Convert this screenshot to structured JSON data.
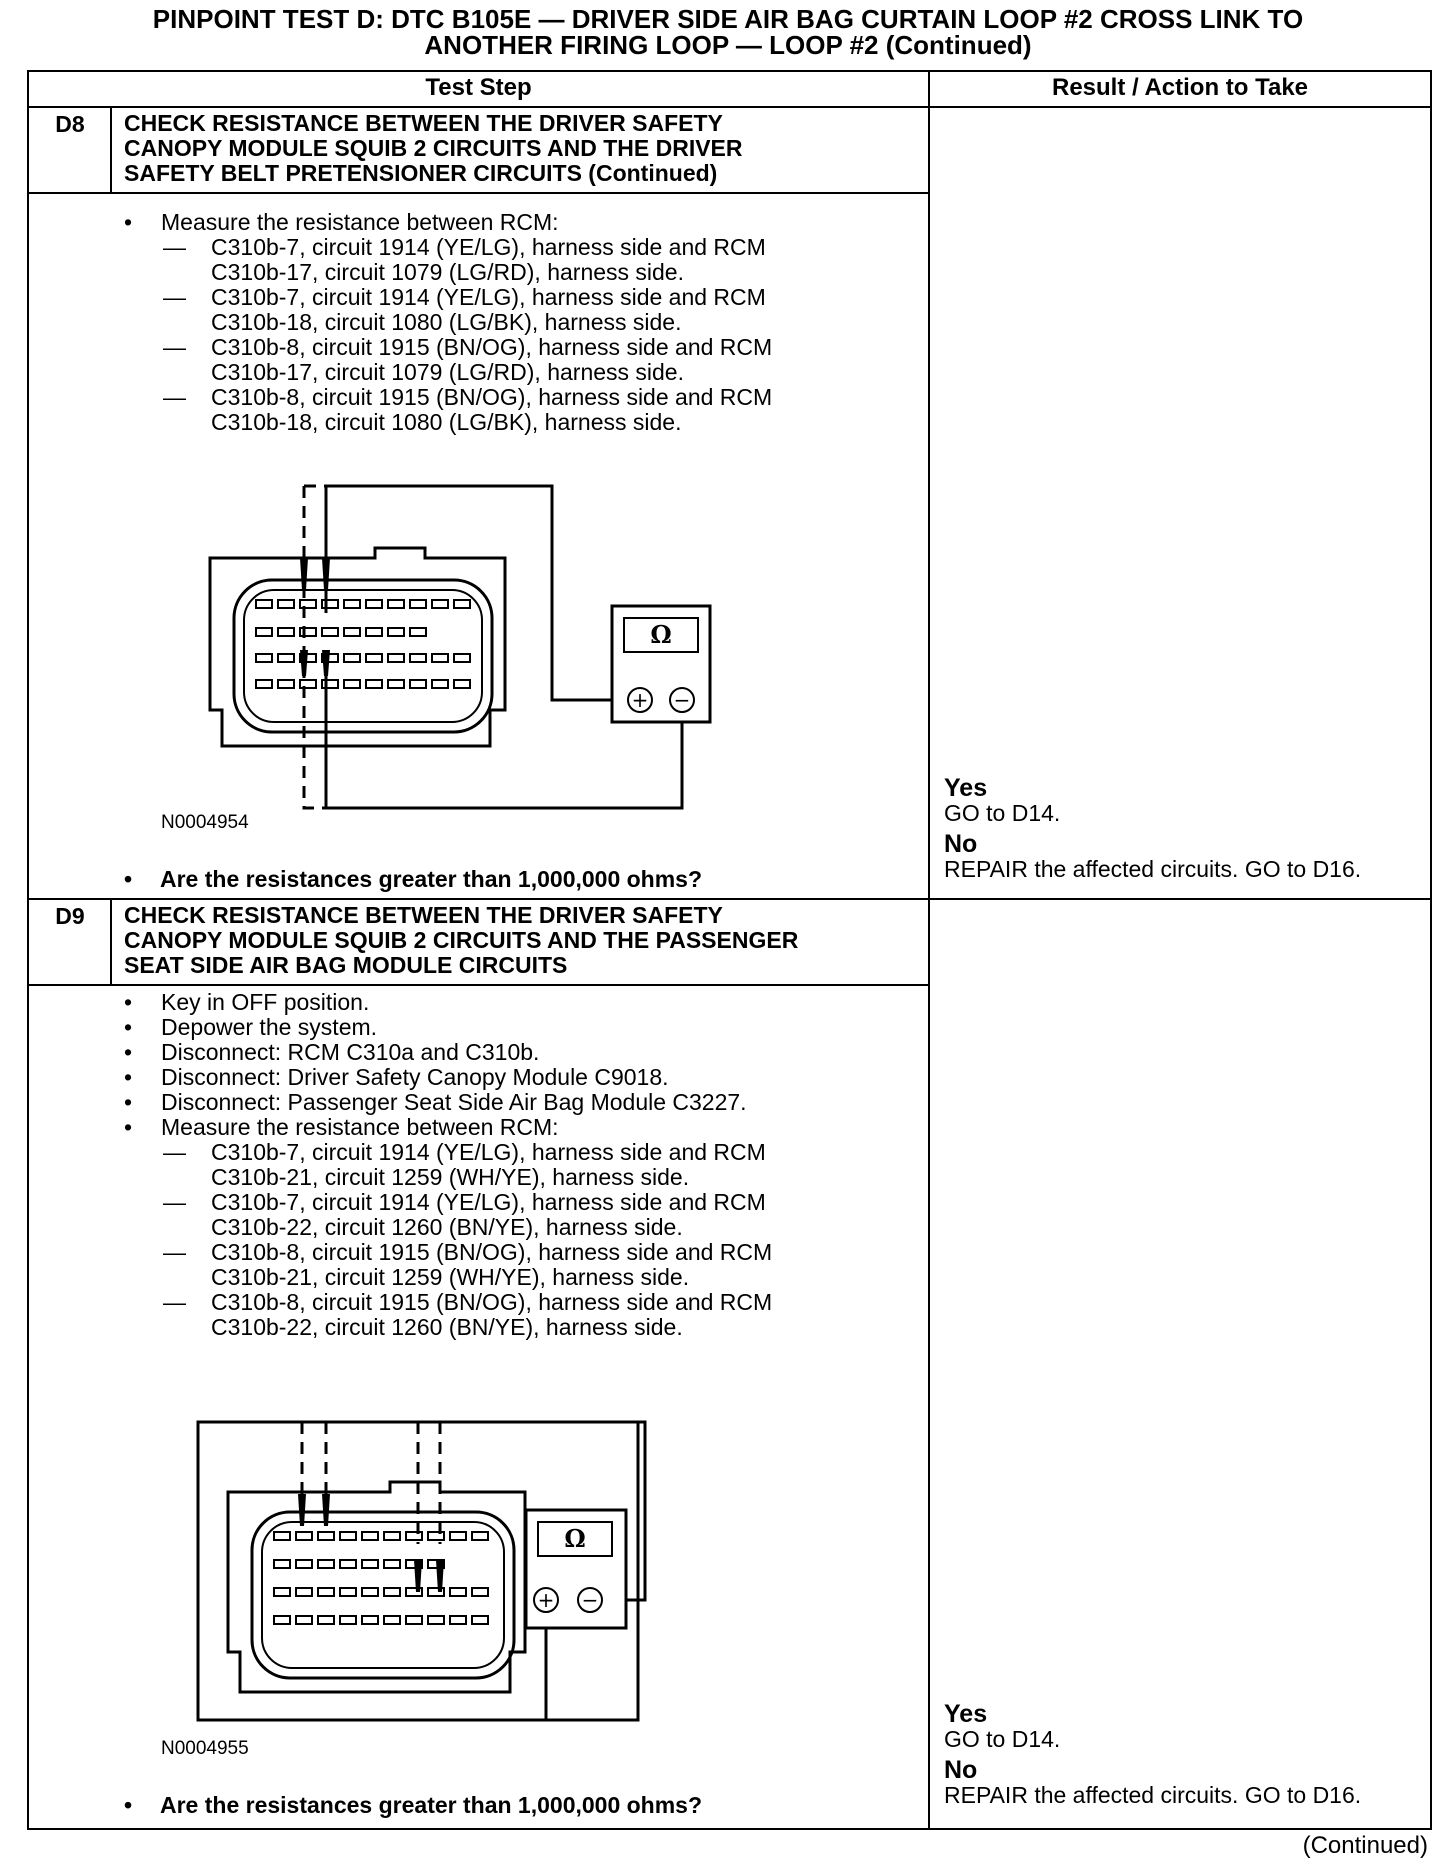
{
  "title": {
    "line1": "PINPOINT TEST  D: DTC B105E — DRIVER SIDE AIR BAG CURTAIN LOOP #2 CROSS LINK TO",
    "line2": "ANOTHER FIRING LOOP — LOOP #2 (Continued)"
  },
  "table": {
    "col_test_step": "Test Step",
    "col_result": "Result / Action to Take"
  },
  "steps": [
    {
      "id": "D8",
      "title_lines": [
        "CHECK RESISTANCE BETWEEN THE DRIVER SAFETY",
        "CANOPY MODULE SQUIB 2 CIRCUITS AND THE DRIVER",
        "SAFETY BELT PRETENSIONER CIRCUITS (Continued)"
      ],
      "bullets": [
        "Measure the resistance between RCM:"
      ],
      "measurements": [
        [
          "C310b-7, circuit 1914 (YE/LG), harness side and RCM",
          "C310b-17, circuit 1079 (LG/RD), harness side."
        ],
        [
          "C310b-7, circuit 1914 (YE/LG), harness side and RCM",
          "C310b-18, circuit 1080 (LG/BK), harness side."
        ],
        [
          "C310b-8, circuit 1915 (BN/OG), harness side and RCM",
          "C310b-17, circuit 1079 (LG/RD), harness side."
        ],
        [
          "C310b-8, circuit 1915 (BN/OG), harness side and RCM",
          "C310b-18, circuit 1080 (LG/BK), harness side."
        ]
      ],
      "figure_code": "N0004954",
      "meter_symbol": "Ω",
      "question": "Are the resistances greater than 1,000,000 ohms?",
      "yes_label": "Yes",
      "yes_action": "GO to D14.",
      "no_label": "No",
      "no_action": "REPAIR the affected circuits. GO to D16."
    },
    {
      "id": "D9",
      "title_lines": [
        "CHECK RESISTANCE BETWEEN THE DRIVER SAFETY",
        "CANOPY MODULE SQUIB 2 CIRCUITS AND THE PASSENGER",
        "SEAT SIDE AIR BAG MODULE CIRCUITS"
      ],
      "bullets": [
        "Key in OFF position.",
        "Depower the system.",
        "Disconnect: RCM C310a and C310b.",
        "Disconnect: Driver Safety Canopy Module C9018.",
        "Disconnect: Passenger Seat Side Air Bag Module C3227.",
        "Measure the resistance between RCM:"
      ],
      "measurements": [
        [
          "C310b-7, circuit 1914 (YE/LG), harness side and RCM",
          "C310b-21, circuit 1259 (WH/YE), harness side."
        ],
        [
          "C310b-7, circuit 1914 (YE/LG), harness side and RCM",
          "C310b-22, circuit 1260 (BN/YE), harness side."
        ],
        [
          "C310b-8, circuit 1915 (BN/OG), harness side and RCM",
          "C310b-21, circuit 1259 (WH/YE), harness side."
        ],
        [
          "C310b-8, circuit 1915 (BN/OG), harness side and RCM",
          "C310b-22, circuit 1260 (BN/YE), harness side."
        ]
      ],
      "figure_code": "N0004955",
      "meter_symbol": "Ω",
      "question": "Are the resistances greater than 1,000,000 ohms?",
      "yes_label": "Yes",
      "yes_action": "GO to D14.",
      "no_label": "No",
      "no_action": "REPAIR the affected circuits. GO to D16."
    }
  ],
  "footer": {
    "continued": "(Continued)"
  }
}
